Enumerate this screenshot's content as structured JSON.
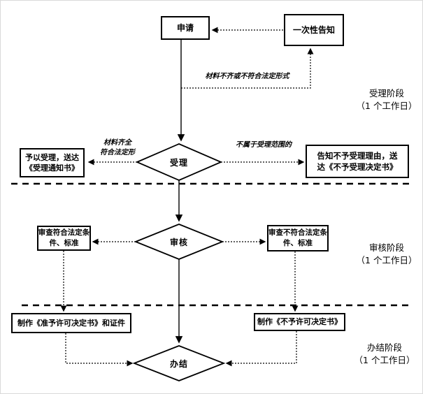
{
  "nodes": {
    "apply": {
      "label": "申请"
    },
    "one_time_notice": {
      "label": "一次性告知"
    },
    "accept": {
      "label": "受理"
    },
    "review": {
      "label": "审核"
    },
    "complete": {
      "label": "办结"
    },
    "grant_accept": {
      "line1": "予以受理，送达",
      "line2": "《受理通知书》"
    },
    "reject_accept": {
      "line1": "告知不予受理理由，送",
      "line2": "达《不予受理决定书》"
    },
    "review_pass": {
      "line1": "审查符合法定条",
      "line2": "件、标准"
    },
    "review_fail": {
      "line1": "审查不符合法定条",
      "line2": "件、标准"
    },
    "make_license": {
      "label": "制作《准予许可决定书》和证件"
    },
    "make_denial": {
      "label": "制作《不予许可决定书》"
    }
  },
  "edge_labels": {
    "materials_incomplete": "材料不齐或不符合法定形式",
    "materials_ok_line1": "材料齐全",
    "materials_ok_line2": "符合法定形",
    "not_in_scope": "不属于受理范围的"
  },
  "stages": [
    {
      "name": "受理阶段",
      "duration": "（1 个工作日）"
    },
    {
      "name": "审核阶段",
      "duration": "（1 个工作日）"
    },
    {
      "name": "办结阶段",
      "duration": "（1 个工作日）"
    }
  ],
  "colors": {
    "line": "#000000",
    "background": "#ffffff"
  }
}
